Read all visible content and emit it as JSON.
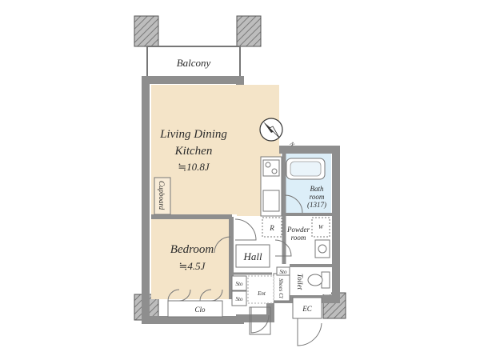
{
  "rooms": {
    "balcony": "Balcony",
    "ldk_line1": "Living Dining",
    "ldk_line2": "Kitchen",
    "ldk_area": "≒10.8J",
    "bedroom": "Bedroom",
    "bedroom_area": "≒4.5J",
    "bath_line1": "Bath",
    "bath_line2": "room",
    "bath_size": "(1317)",
    "powder_line1": "Powder",
    "powder_line2": "room",
    "hall": "Hall",
    "toilet": "Toilet",
    "entrance": "Ent",
    "ec": "EC"
  },
  "storage": {
    "cupboard": "Cupboard",
    "closet": "Clo",
    "sto1": "Sto",
    "sto2": "Sto",
    "sto3": "Sto",
    "shoes_cl": "Shoes Cl",
    "refrigerator": "R",
    "washer": "W"
  },
  "compass": {
    "north": "N"
  },
  "colors": {
    "wall": "#8e8e8e",
    "wall_dark": "#6f6f6f",
    "ldk_floor": "#f4e4c8",
    "bedroom_floor": "#f4e4c8",
    "balcony_floor": "#ffffff",
    "bath_floor": "#dceef8",
    "outline": "#555555",
    "hatch": "#9a9a9a"
  }
}
